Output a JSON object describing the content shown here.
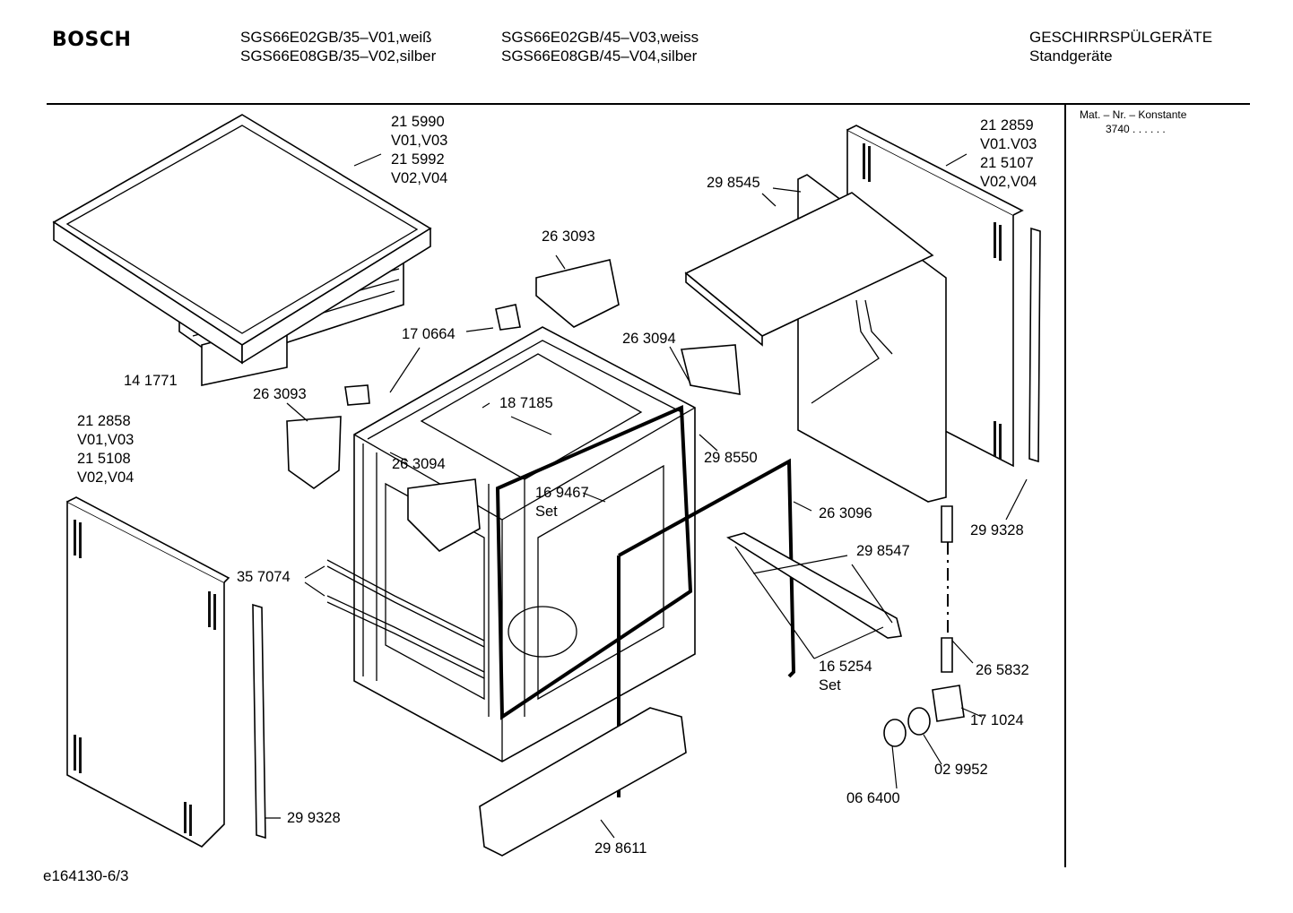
{
  "header": {
    "brand": "BOSCH",
    "models_col1": [
      "SGS66E02GB/35–V01,weiß",
      "SGS66E08GB/35–V02,silber"
    ],
    "models_col2": [
      "SGS66E02GB/45–V03,weiss",
      "SGS66E08GB/45–V04,silber"
    ],
    "category": "GESCHIRRSPÜLGERÄTE",
    "subcategory": "Standgeräte"
  },
  "sidebar": {
    "mat_label": "Mat. – Nr. – Konstante",
    "mat_value": "3740  .  .  .  .  .  ."
  },
  "footer": {
    "drawing_id": "e164130-6/3"
  },
  "labels": {
    "top_cover": [
      "21 5990",
      "V01,V03",
      "21 5992",
      "V02,V04"
    ],
    "right_panel": [
      "21 2859",
      "V01.V03",
      "21 5107",
      "V02,V04"
    ],
    "left_panel": [
      "21 2858",
      "V01,V03",
      "21 5108",
      "V02,V04"
    ],
    "p141771": "14 1771",
    "p263093_top": "26 3093",
    "p170664": "17 0664",
    "p263094_top": "26 3094",
    "p298545": "29 8545",
    "p263093_left": "26 3093",
    "p187185": "18 7185",
    "p263094_mid": "26 3094",
    "p298550": "29 8550",
    "p169467": "16 9467",
    "p169467_set": "Set",
    "p263096": "26 3096",
    "p299328_right": "29 9328",
    "p357074": "35 7074",
    "p298547": "29 8547",
    "p165254": "16 5254",
    "p165254_set": "Set",
    "p265832": "26 5832",
    "p171024": "17 1024",
    "p029952": "02 9952",
    "p066400": "06 6400",
    "p299328_left": "29 9328",
    "p298611": "29 8611"
  }
}
